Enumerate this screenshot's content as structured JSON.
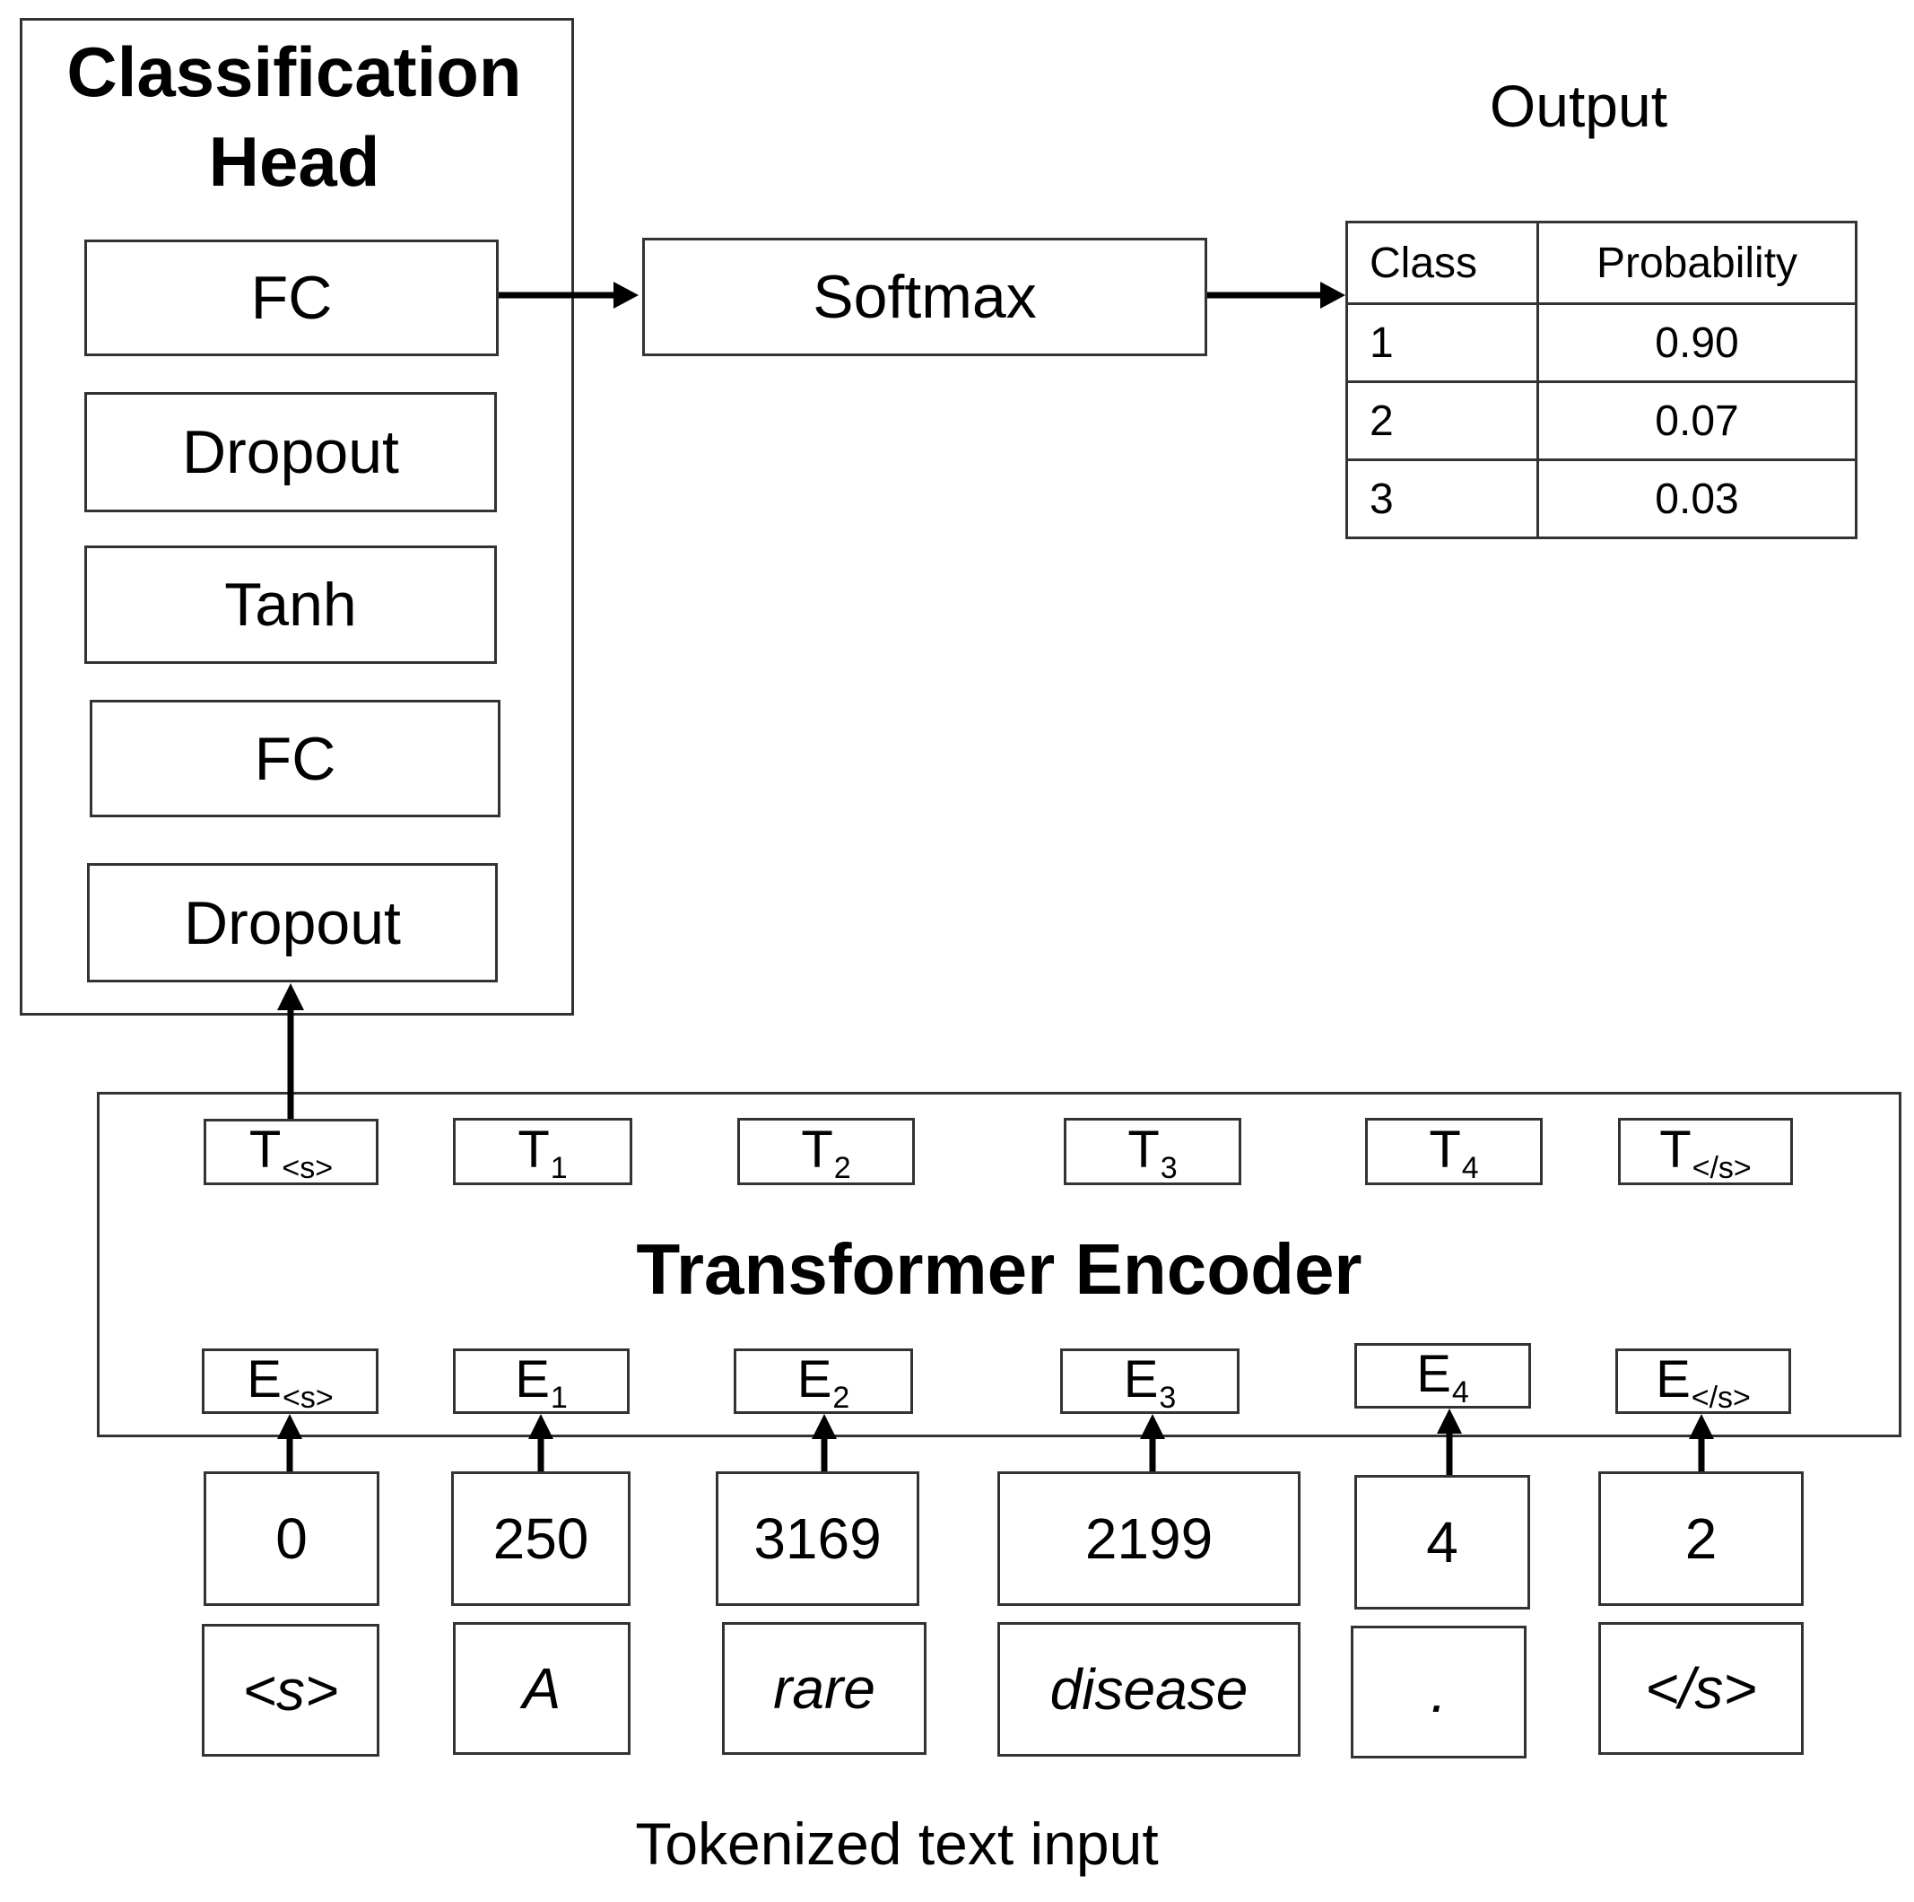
{
  "classification_head": {
    "title_line1": "Classification",
    "title_line2": "Head",
    "layers": [
      "FC",
      "Dropout",
      "Tanh",
      "FC",
      "Dropout"
    ]
  },
  "softmax": {
    "label": "Softmax"
  },
  "output": {
    "title": "Output",
    "table": {
      "headers": [
        "Class",
        "Probability"
      ],
      "rows": [
        {
          "class": "1",
          "probability": "0.90"
        },
        {
          "class": "2",
          "probability": "0.07"
        },
        {
          "class": "3",
          "probability": "0.03"
        }
      ]
    }
  },
  "encoder": {
    "title": "Transformer Encoder",
    "outputs": [
      {
        "symbol": "T",
        "sub": "<s>"
      },
      {
        "symbol": "T",
        "sub": "1"
      },
      {
        "symbol": "T",
        "sub": "2"
      },
      {
        "symbol": "T",
        "sub": "3"
      },
      {
        "symbol": "T",
        "sub": "4"
      },
      {
        "symbol": "T",
        "sub": "</s>"
      }
    ],
    "embeddings": [
      {
        "symbol": "E",
        "sub": "<s>"
      },
      {
        "symbol": "E",
        "sub": "1"
      },
      {
        "symbol": "E",
        "sub": "2"
      },
      {
        "symbol": "E",
        "sub": "3"
      },
      {
        "symbol": "E",
        "sub": "4"
      },
      {
        "symbol": "E",
        "sub": "</s>"
      }
    ]
  },
  "input": {
    "token_ids": [
      "0",
      "250",
      "3169",
      "2199",
      "4",
      "2"
    ],
    "tokens": [
      "<s>",
      "A",
      "rare",
      "disease",
      ".",
      "</s>"
    ],
    "label": "Tokenized text input"
  }
}
